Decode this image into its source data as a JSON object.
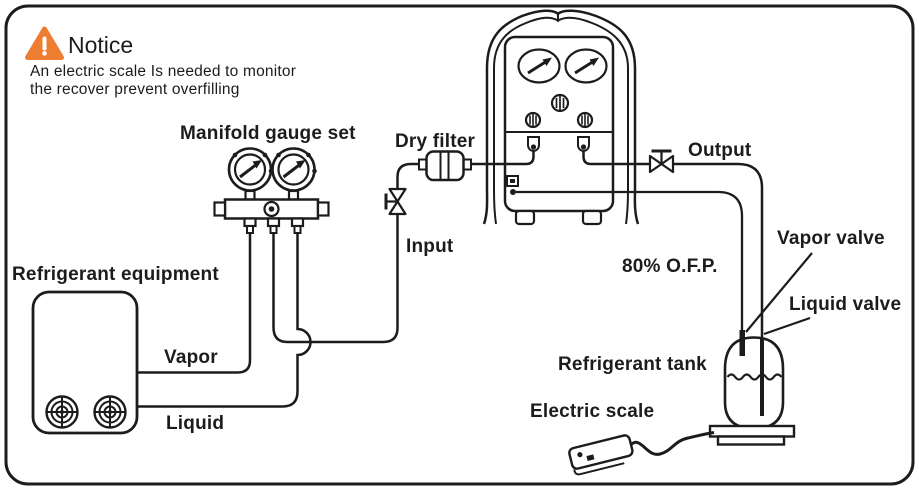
{
  "notice": {
    "title": "Notice",
    "line1": "An electric scale Is needed to monitor",
    "line2": "the recover prevent overfilling"
  },
  "labels": {
    "manifold": "Manifold gauge set",
    "dry_filter": "Dry filter",
    "input": "Input",
    "output": "Output",
    "ofp": "80% O.F.P.",
    "vapor_valve": "Vapor valve",
    "liquid_valve": "Liquid valve",
    "refrigerant_tank": "Refrigerant tank",
    "electric_scale": "Electric scale",
    "refrigerant_equipment": "Refrigerant equipment",
    "vapor": "Vapor",
    "liquid": "Liquid"
  },
  "colors": {
    "accent_orange": "#ed7d31",
    "notice_blue": "#2e6db5",
    "line": "#1c1c1c"
  }
}
